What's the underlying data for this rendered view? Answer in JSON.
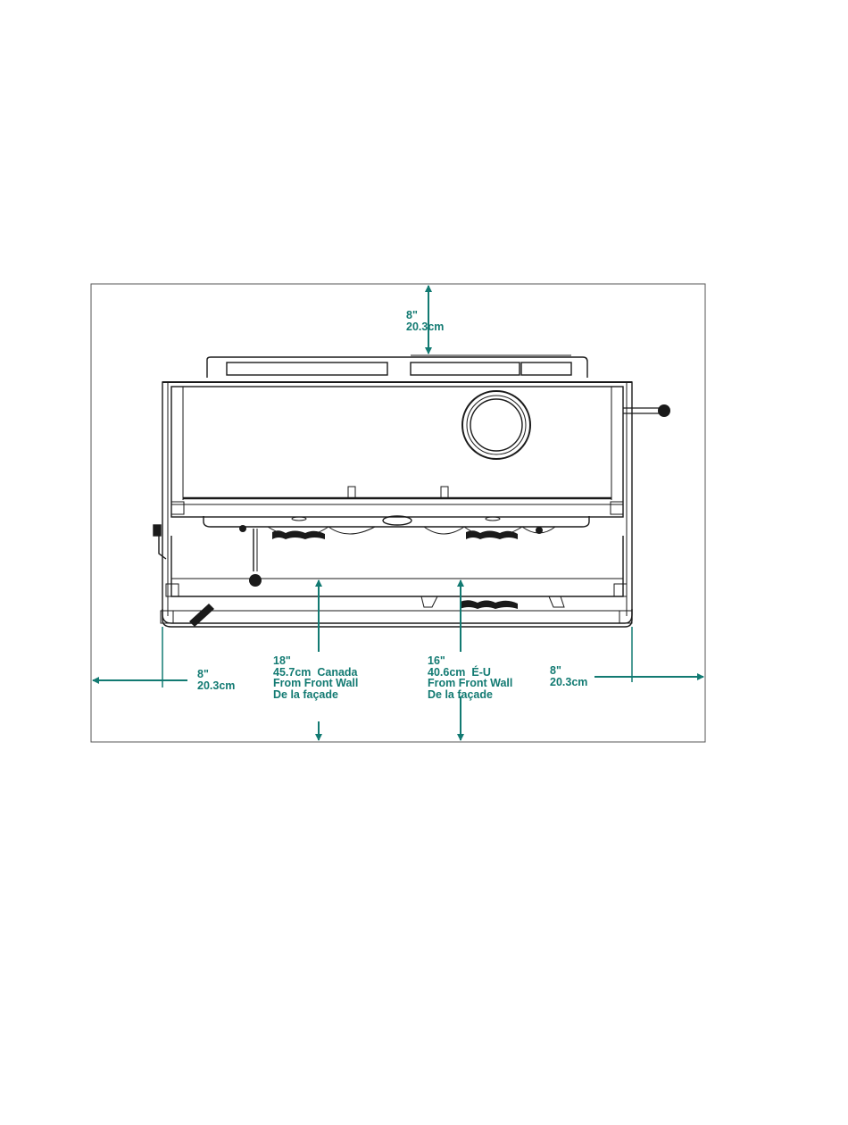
{
  "colors": {
    "dimension": "#127a72",
    "drawing": "#1a1a1a",
    "frame": "#555555",
    "background": "#ffffff"
  },
  "labels": {
    "top": {
      "inches": "8\"",
      "cm": "20.3cm"
    },
    "left": {
      "inches": "8\"",
      "cm": "20.3cm"
    },
    "right": {
      "inches": "8\"",
      "cm": "20.3cm"
    },
    "canada": {
      "inches": "18\"",
      "cm": "45.7cm",
      "region": "Canada",
      "from_en": "From Front Wall",
      "from_fr": "De la façade"
    },
    "us": {
      "inches": "16\"",
      "cm": "40.6cm",
      "region": "É-U",
      "from_en": "From Front Wall",
      "from_fr": "De la façade"
    }
  }
}
